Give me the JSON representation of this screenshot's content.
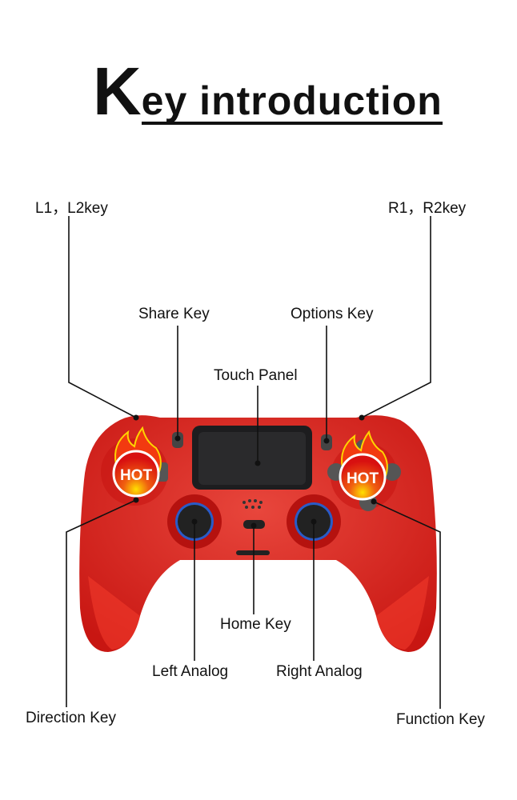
{
  "title": {
    "first_letter": "K",
    "rest": "ey introduction"
  },
  "labels": {
    "l1l2": "L1，L2key",
    "r1r2": "R1，R2key",
    "share": "Share Key",
    "options": "Options Key",
    "touch": "Touch Panel",
    "home": "Home Key",
    "left_analog": "Left Analog",
    "right_analog": "Right Analog",
    "direction": "Direction Key",
    "function": "Function Key"
  },
  "badge": {
    "text": "HOT"
  },
  "colors": {
    "body": "#e0201c",
    "body_dark": "#b5120f",
    "badge": "#e31a12",
    "stick_ring": "#2a5bc7"
  }
}
